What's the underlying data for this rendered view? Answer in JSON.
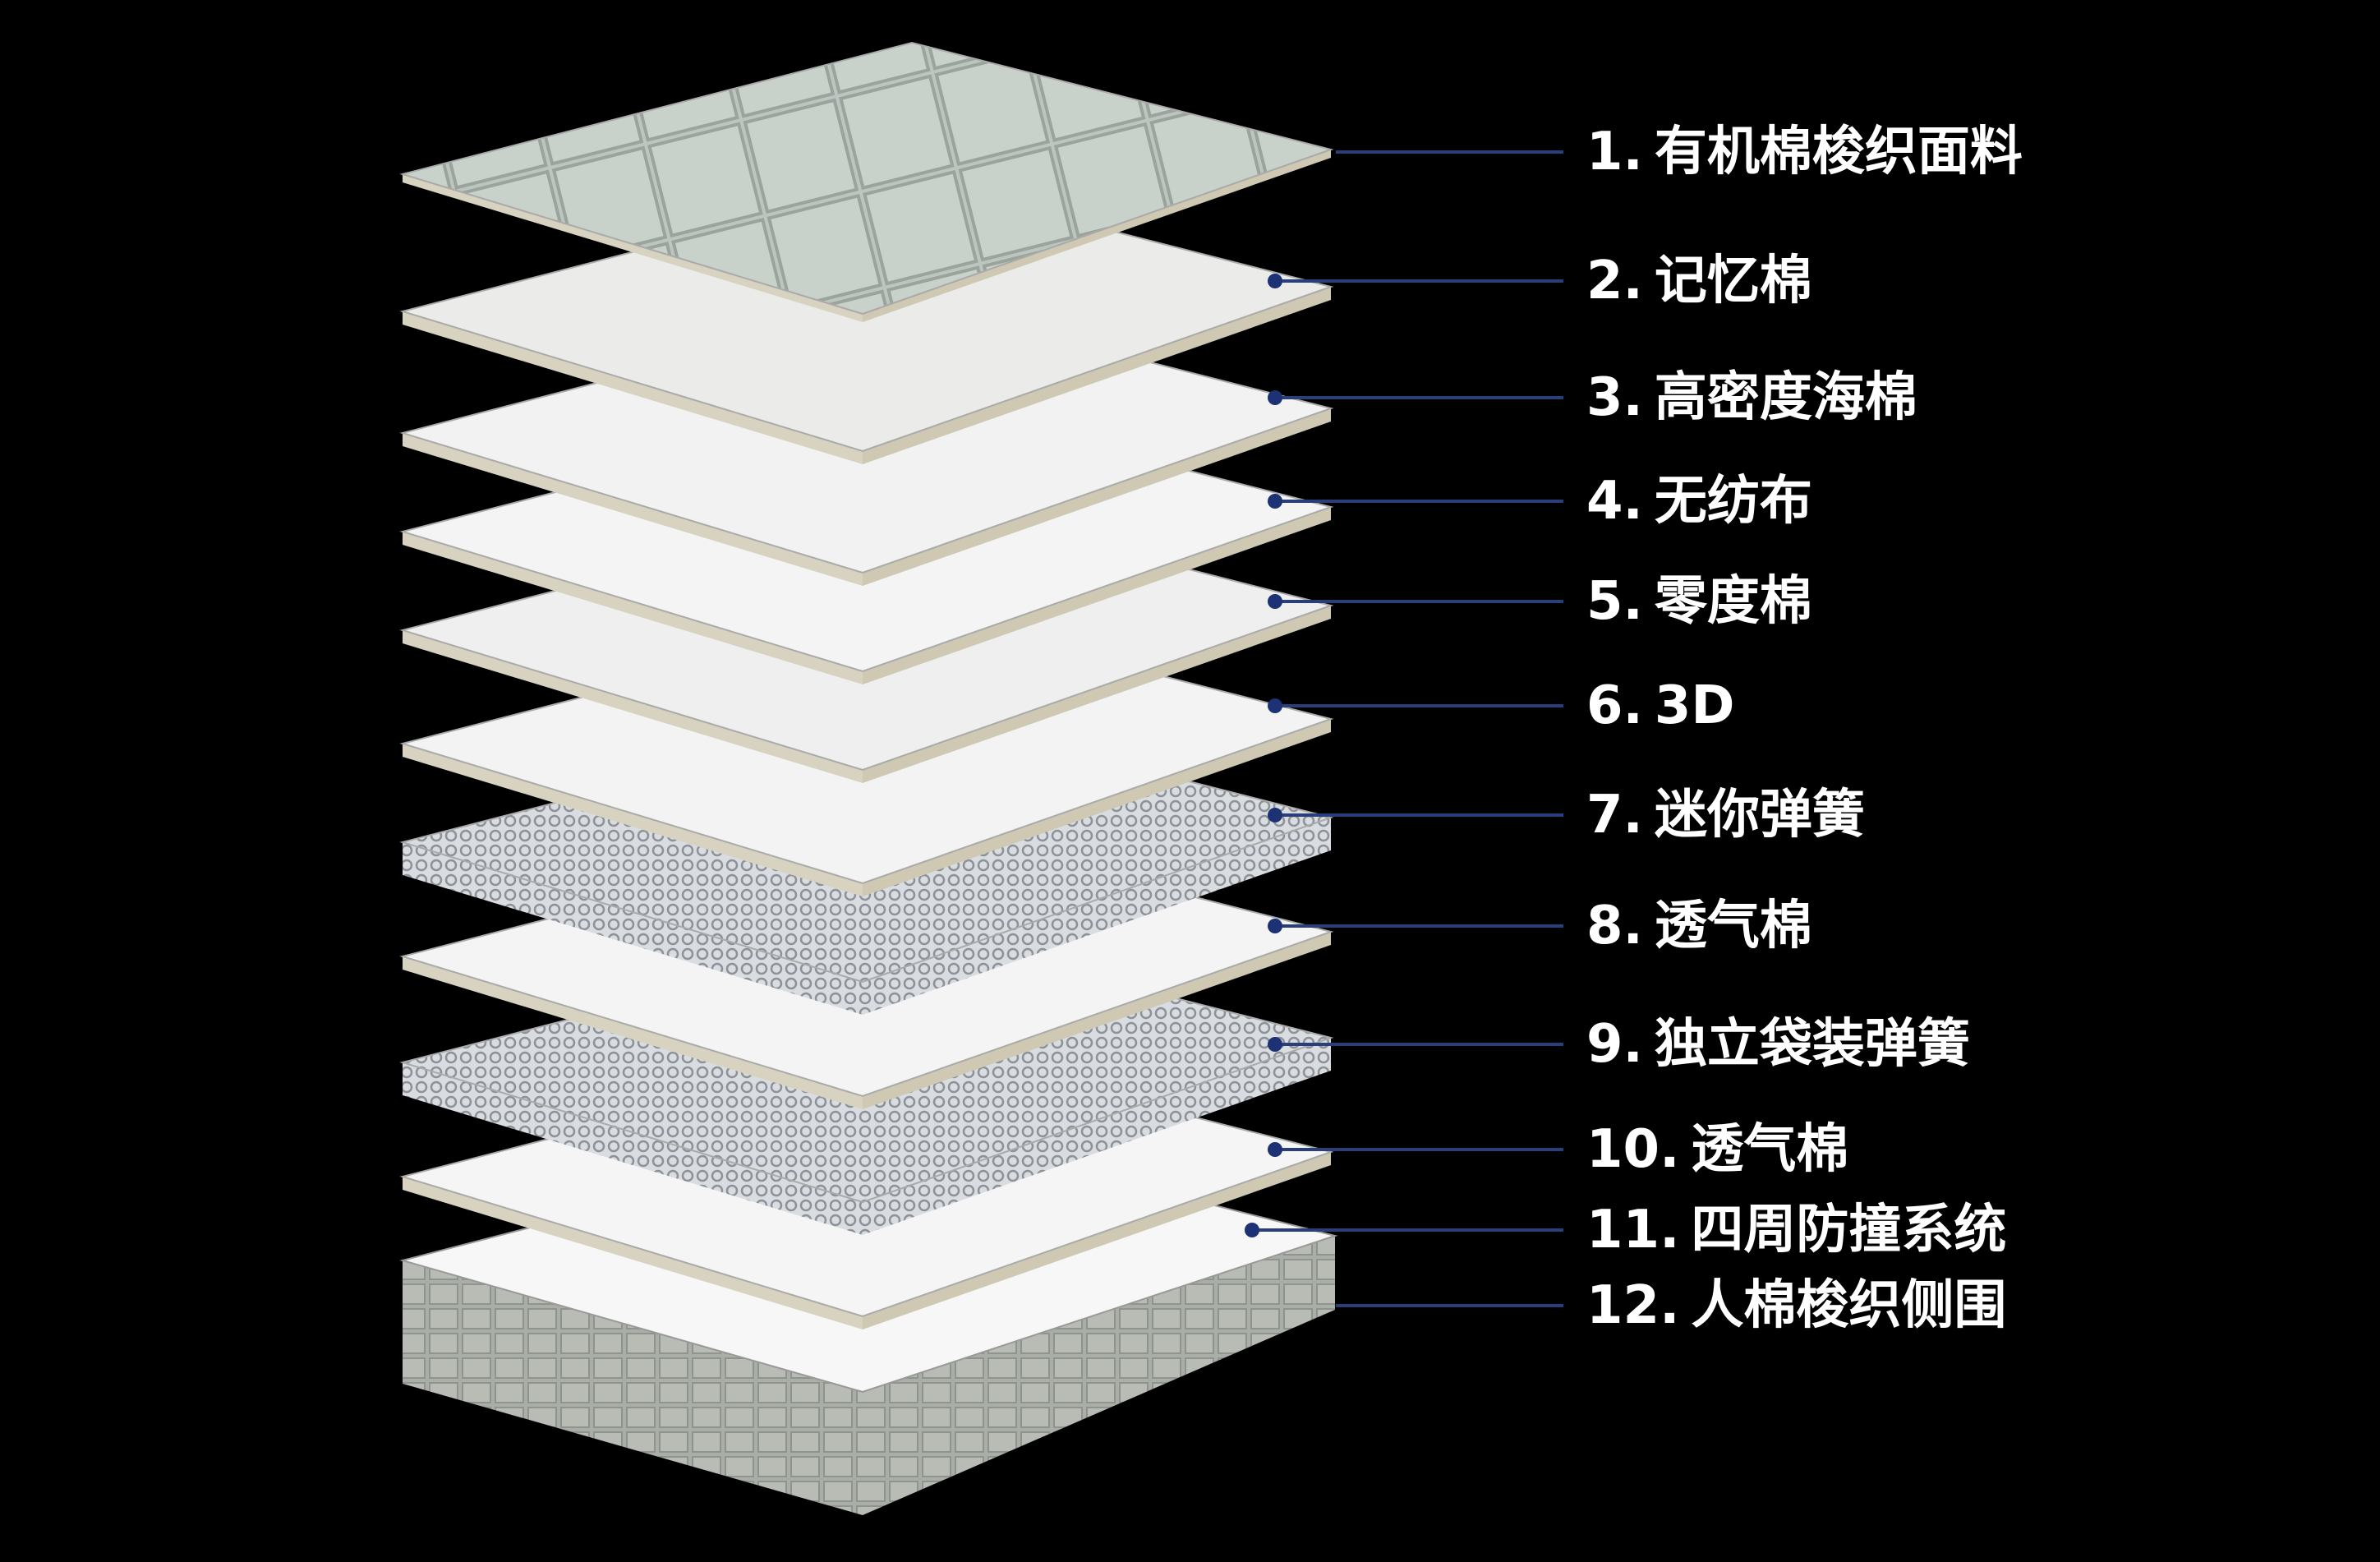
{
  "diagram": {
    "layers": [
      {
        "number": "1.",
        "name": "有机棉梭织面料"
      },
      {
        "number": "2.",
        "name": "记忆棉"
      },
      {
        "number": "3.",
        "name": "高密度海棉"
      },
      {
        "number": "4.",
        "name": "无纺布"
      },
      {
        "number": "5.",
        "name": "零度棉"
      },
      {
        "number": "6.",
        "name": "3D"
      },
      {
        "number": "7.",
        "name": "迷你弹簧"
      },
      {
        "number": "8.",
        "name": "透气棉"
      },
      {
        "number": "9.",
        "name": "独立袋装弹簧"
      },
      {
        "number": "10.",
        "name": "透气棉"
      },
      {
        "number": "11.",
        "name": "四周防撞系统"
      },
      {
        "number": "12.",
        "name": "人棉梭织侧围"
      }
    ],
    "colors": {
      "background": "#000000",
      "leader_line": "#2a3f7a",
      "label_text": "#ffffff",
      "quilt_fabric": "#b9c2bc",
      "foam": "#eeeeee",
      "spring": "#c8cbd0"
    }
  }
}
